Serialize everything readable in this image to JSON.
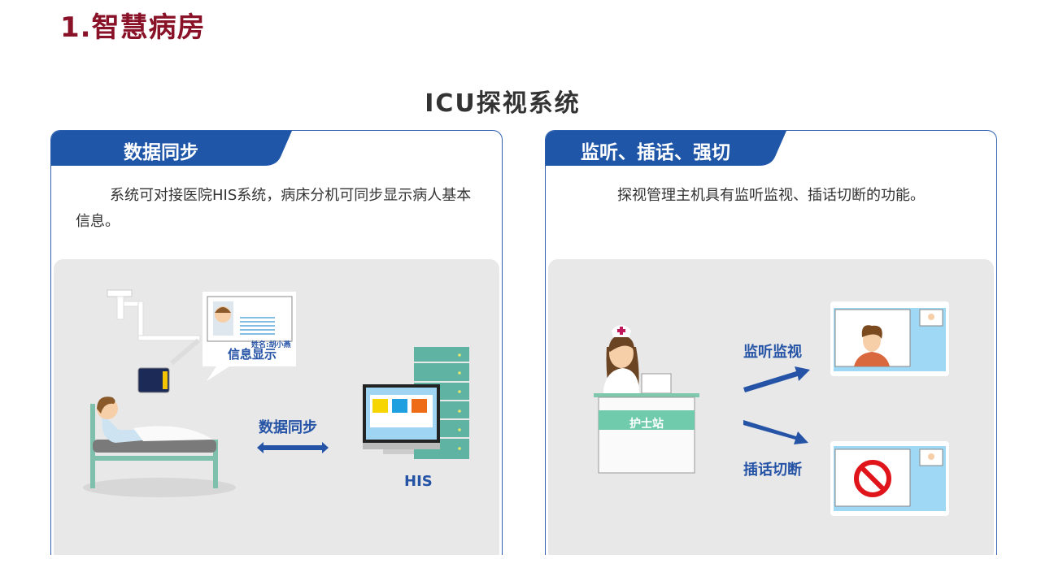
{
  "slide_title": "1.智慧病房",
  "main_title": "ICU探视系统",
  "colors": {
    "accent": "#1f56a8",
    "title": "#8a1228",
    "panel_bg": "#e8e8e8",
    "teal": "#5fb3a3"
  },
  "left_panel": {
    "header": "数据同步",
    "description": "系统可对接医院HIS系统，病床分机可同步显示病人基本信息。",
    "card_name": "姓名:胡小燕",
    "card_label": "信息显示",
    "arrow_label": "数据同步",
    "his_label": "HIS"
  },
  "right_panel": {
    "header": "监听、插话、强切",
    "description": "探视管理主机具有监听监视、插话切断的功能。",
    "station_label": "护士站",
    "monitor_label": "监听监视",
    "cut_label": "插话切断"
  }
}
